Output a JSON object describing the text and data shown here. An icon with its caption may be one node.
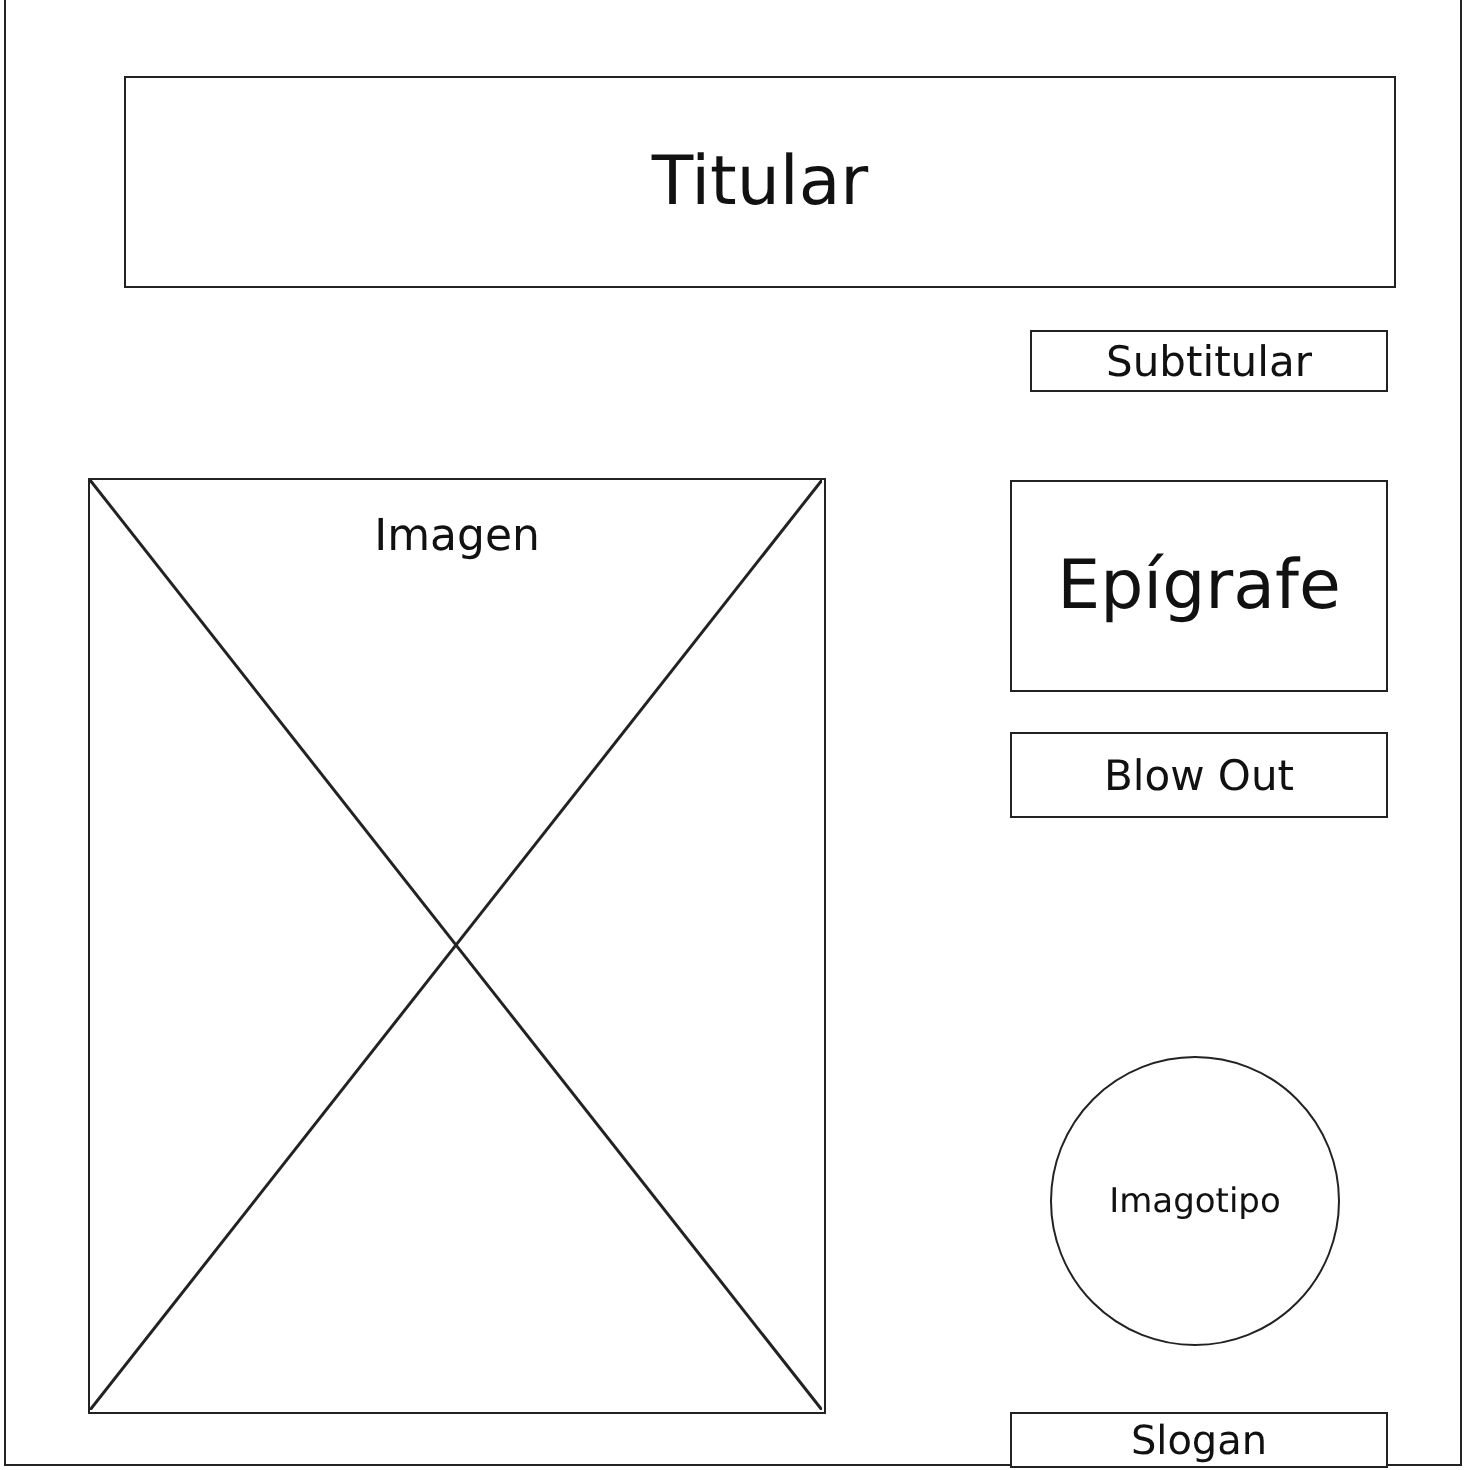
{
  "diagram": {
    "nodes": [
      {
        "text": [
          "Titular"
        ]
      },
      {
        "text": [
          "Subtitular"
        ]
      },
      {
        "text": [
          "Imagen"
        ]
      },
      {
        "text": [
          "Epígrafe"
        ]
      },
      {
        "text": [
          "Blow Out"
        ]
      },
      {
        "text": [
          "Imagotipo"
        ]
      },
      {
        "text": [
          "Slogan"
        ]
      }
    ],
    "edges": []
  }
}
